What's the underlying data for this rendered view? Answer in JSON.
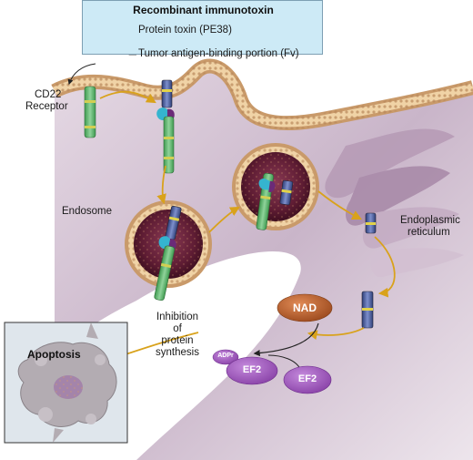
{
  "legend": {
    "title": "Recombinant immunotoxin",
    "toxin_label": "Protein toxin (PE38)",
    "binding_label": "Tumor antigen-binding portion (Fv)"
  },
  "labels": {
    "receptor": [
      "CD22",
      "Receptor"
    ],
    "endosome": "Endosome",
    "er": [
      "Endoplasmic",
      "reticulum"
    ],
    "inhibition": [
      "Inhibition",
      "of",
      "protein",
      "synthesis"
    ],
    "apoptosis": "Apoptosis"
  },
  "molecules": {
    "nad": "NAD",
    "adpr": "ADPr",
    "ef2_modified": "EF2",
    "ef2": "EF2"
  },
  "colors": {
    "membrane": "#dcb98b",
    "cytoplasm": "#c8b4c8",
    "legend_bg": "#cdeaf6",
    "toxin": "#4a5e9a",
    "binding": "#6b2a78",
    "receptor": "#5fb36a",
    "nad": "#b45a28",
    "ef2": "#9a4fb7",
    "arrow": "#d9a21b"
  }
}
